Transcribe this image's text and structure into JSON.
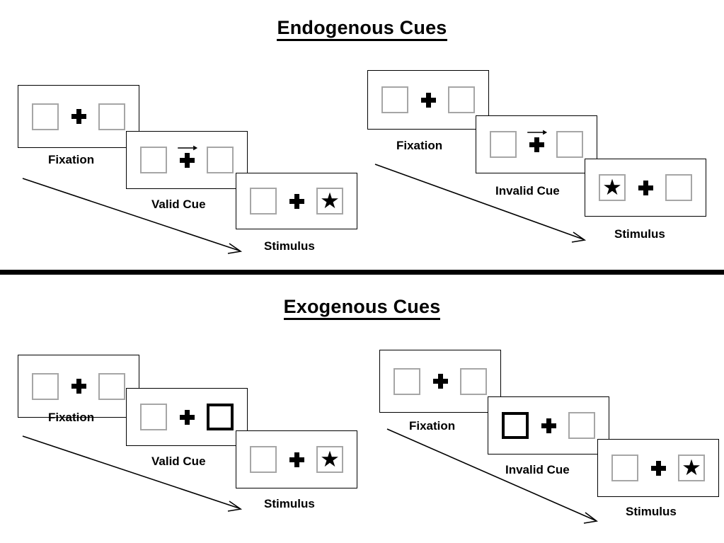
{
  "figure": {
    "kind": "posner-cueing-paradigm",
    "sections": [
      {
        "id": "endogenous",
        "title": "Endogenous Cues",
        "sequences": [
          {
            "id": "endogenous-valid",
            "frames": [
              {
                "caption": "Fixation",
                "left_box": "empty",
                "right_box": "empty",
                "cue": "none",
                "arrow_direction": ""
              },
              {
                "caption": "Valid Cue",
                "left_box": "empty",
                "right_box": "empty",
                "cue": "arrow",
                "arrow_direction": "right"
              },
              {
                "caption": "Stimulus",
                "left_box": "empty",
                "right_box": "star",
                "cue": "none",
                "arrow_direction": ""
              }
            ]
          },
          {
            "id": "endogenous-invalid",
            "frames": [
              {
                "caption": "Fixation",
                "left_box": "empty",
                "right_box": "empty",
                "cue": "none",
                "arrow_direction": ""
              },
              {
                "caption": "Invalid Cue",
                "left_box": "empty",
                "right_box": "empty",
                "cue": "arrow",
                "arrow_direction": "right"
              },
              {
                "caption": "Stimulus",
                "left_box": "star",
                "right_box": "empty",
                "cue": "none",
                "arrow_direction": ""
              }
            ]
          }
        ]
      },
      {
        "id": "exogenous",
        "title": "Exogenous Cues",
        "sequences": [
          {
            "id": "exogenous-valid",
            "frames": [
              {
                "caption": "Fixation",
                "left_box": "empty",
                "right_box": "empty",
                "cue": "none",
                "arrow_direction": ""
              },
              {
                "caption": "Valid Cue",
                "left_box": "empty",
                "right_box": "cued",
                "cue": "highlight",
                "arrow_direction": ""
              },
              {
                "caption": "Stimulus",
                "left_box": "empty",
                "right_box": "star",
                "cue": "none",
                "arrow_direction": ""
              }
            ]
          },
          {
            "id": "exogenous-invalid",
            "frames": [
              {
                "caption": "Fixation",
                "left_box": "empty",
                "right_box": "empty",
                "cue": "none",
                "arrow_direction": ""
              },
              {
                "caption": "Invalid Cue",
                "left_box": "cued",
                "right_box": "empty",
                "cue": "highlight",
                "arrow_direction": ""
              },
              {
                "caption": "Stimulus",
                "left_box": "empty",
                "right_box": "star",
                "cue": "none",
                "arrow_direction": ""
              }
            ]
          }
        ]
      }
    ],
    "glyphs": {
      "star": "★",
      "fixation_cross": "plus-sign",
      "time_arrow": "diagonal-arrow-down-right"
    },
    "colors": {
      "frame_border": "#000000",
      "box_border": "#a6a6a6",
      "cued_box_border": "#000000",
      "ink": "#000000",
      "background": "#ffffff"
    }
  }
}
